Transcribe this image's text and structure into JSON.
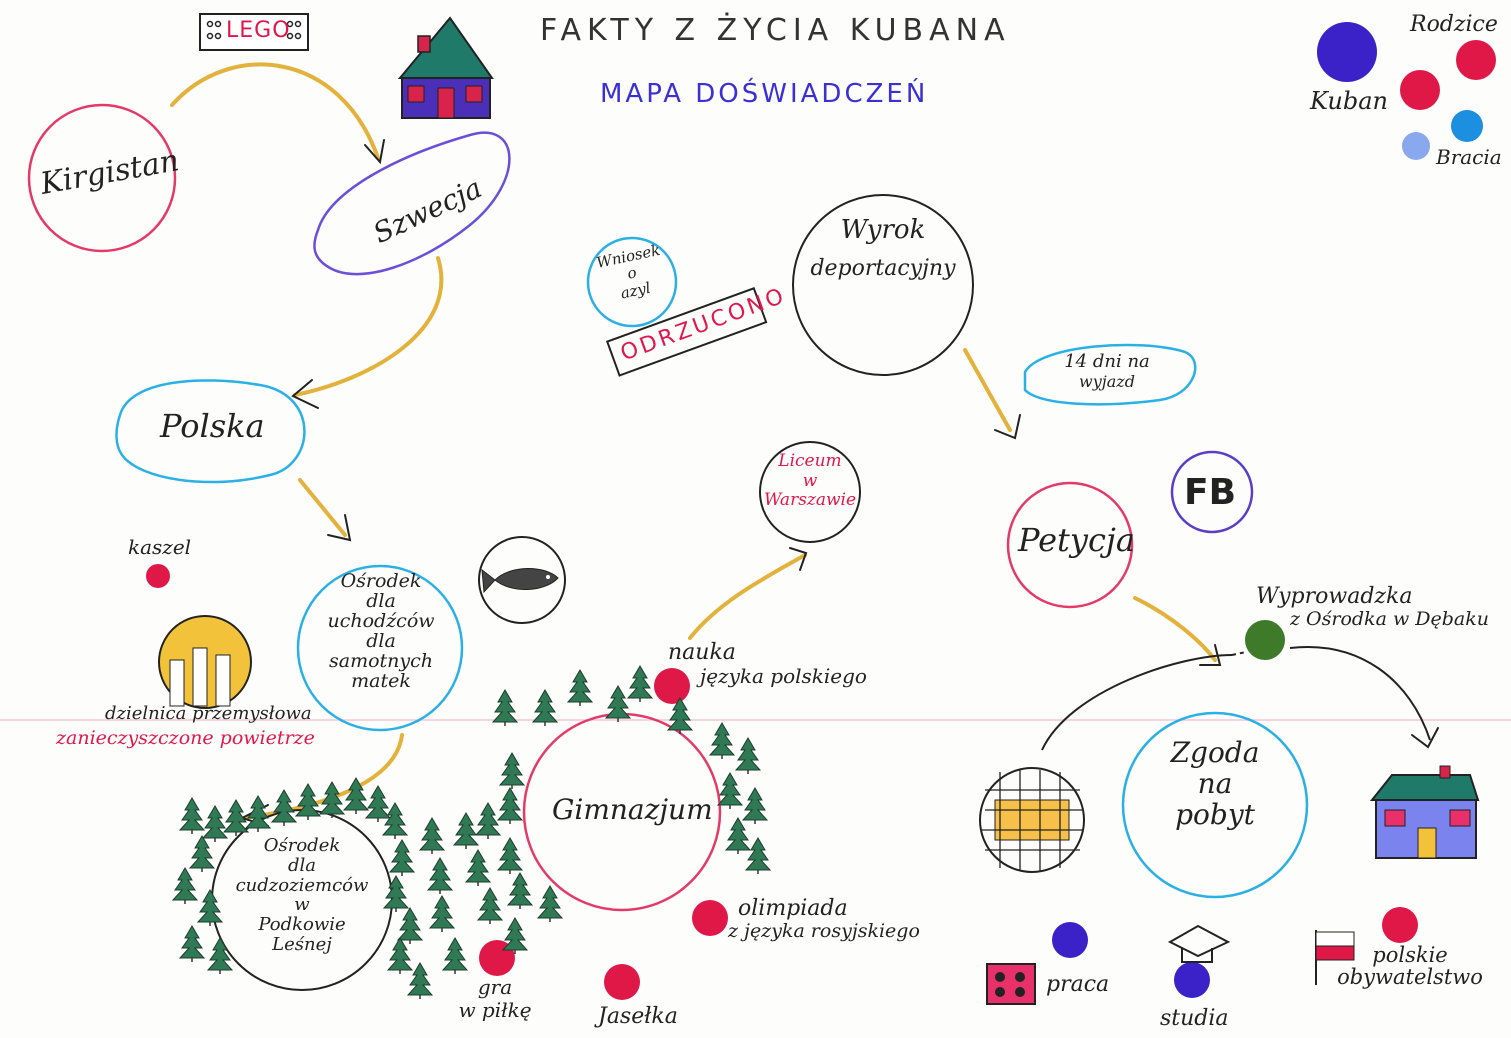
{
  "title": "FAKTY Z ŻYCIA KUBANA",
  "subtitle": "MAPA DOŚWIADCZEŃ",
  "legend": {
    "parents": "Rodzice",
    "kuban": "Kuban",
    "brothers": "Bracia"
  },
  "nodes": {
    "lego": "LEGO",
    "kirgistan": "Kirgistan",
    "szwecja": "Szwecja",
    "polska": "Polska",
    "wniosek": [
      "Wniosek",
      "o",
      "azyl"
    ],
    "odrzucono": "ODRZUCONO",
    "wyrok": [
      "Wyrok",
      "deportacyjny"
    ],
    "dni": [
      "14 dni na",
      "wyjazd"
    ],
    "petycja": "Petycja",
    "fb": "FB",
    "liceum": [
      "Liceum",
      "w",
      "Warszawie"
    ],
    "kaszel": "kaszel",
    "osrodek_matek": [
      "Ośrodek",
      "dla",
      "uchodźców",
      "dla",
      "samotnych",
      "matek"
    ],
    "dzielnica": "dzielnica przemysłowa",
    "powietrze": "zanieczyszczone powietrze",
    "nauka": [
      "nauka",
      "języka polskiego"
    ],
    "gimnazjum": "Gimnazjum",
    "osrodek_podkowa": [
      "Ośrodek",
      "dla",
      "cudzoziemców",
      "w",
      "Podkowie",
      "Leśnej"
    ],
    "olimpiada": [
      "olimpiada",
      "z języka rosyjskiego"
    ],
    "gra": [
      "gra",
      "w piłkę"
    ],
    "jaselka": "Jasełka",
    "wyprowadzka": [
      "Wyprowadzka",
      "z Ośrodka w Dębaku"
    ],
    "zgoda": [
      "Zgoda",
      "na",
      "pobyt"
    ],
    "praca": "praca",
    "studia": "studia",
    "obywatelstwo": [
      "polskie",
      "obywatelstwo"
    ]
  },
  "colors": {
    "red_dot": "#e01848",
    "blue_dot": "#3a22c8",
    "green_dot": "#3f7a2a",
    "pink_circle": "#e33a6a",
    "cyan_circle": "#2bb0e6",
    "purple_circle": "#6a4fd8",
    "arrow": "#e3b23c"
  }
}
